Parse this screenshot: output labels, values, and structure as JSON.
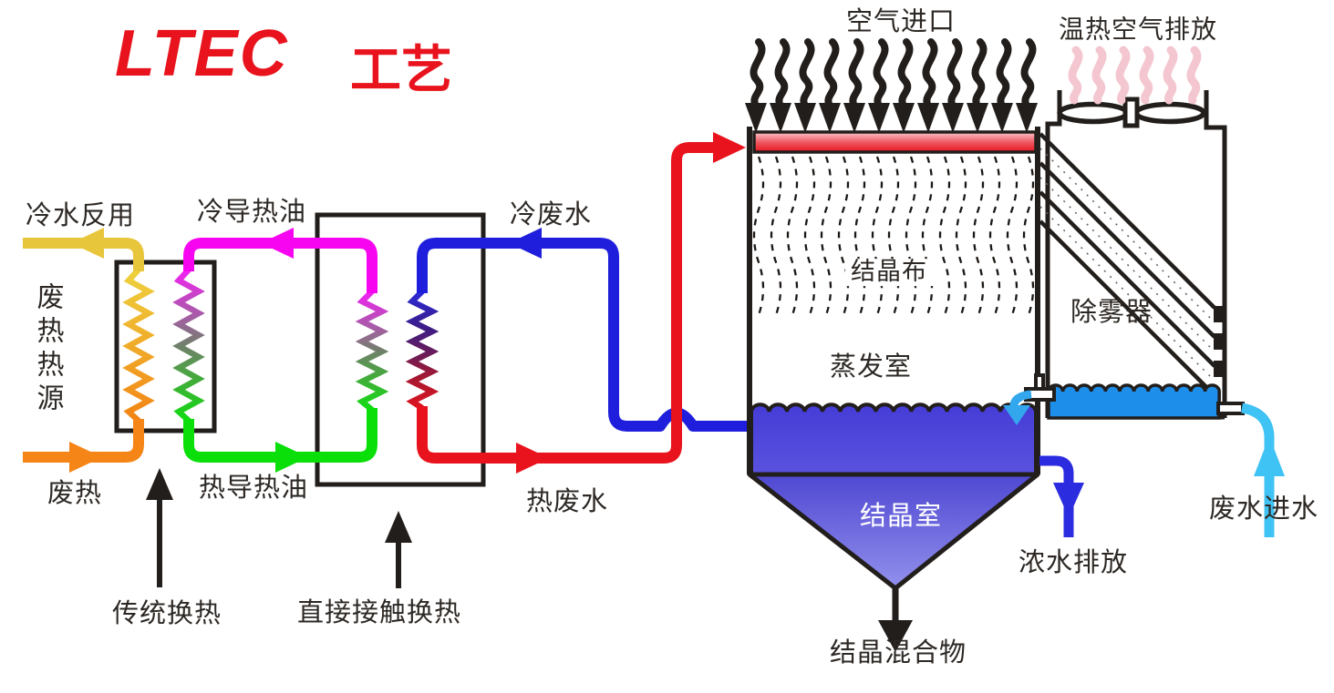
{
  "logo": {
    "brand": "LTEC",
    "process_label": "工艺"
  },
  "streams": {
    "cold_water_reuse": "冷水反用",
    "cold_heat_oil": "冷导热油",
    "cold_wastewater": "冷废水",
    "waste_heat_source": "废热热源",
    "waste_heat": "废热",
    "hot_heat_oil": "热导热油",
    "hot_wastewater": "热废水",
    "air_inlet": "空气进口",
    "warm_air_exhaust": "温热空气排放",
    "wastewater_inlet": "废水进水",
    "concentrate_discharge": "浓水排放",
    "crystal_mixture": "结晶混合物"
  },
  "equipment": {
    "traditional_hx": "传统换热",
    "direct_contact_hx": "直接接触换热",
    "crystal_cloth": "结晶布",
    "evaporation_chamber": "蒸发室",
    "demister": "除雾器",
    "crystallization_chamber": "结晶室"
  },
  "colors": {
    "brand_red": "#e8131d",
    "pipe_yellow": "#e8c63c",
    "pipe_orange": "#f58517",
    "pipe_magenta": "#f705f0",
    "pipe_green": "#0adf0a",
    "pipe_blue": "#1e1edc",
    "pipe_red": "#e8131d",
    "pipe_cyan": "#3fc2f4",
    "pipe_darkblue": "#2b2be0",
    "water_indigo": "#4a42d8",
    "pool_blue": "#1e8eeb",
    "warm_air_pink": "#f4c7d0",
    "ink": "#221e1b"
  }
}
